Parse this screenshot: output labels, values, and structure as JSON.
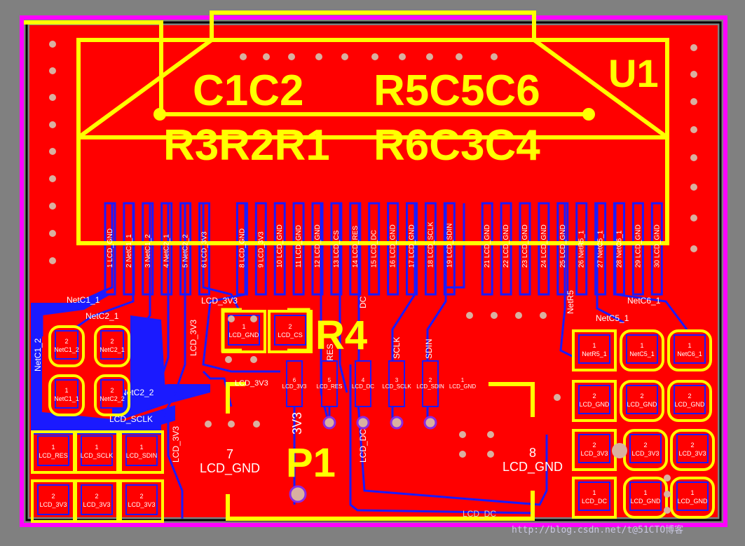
{
  "colors": {
    "background": "#808080",
    "copper_top": "#ff0000",
    "copper_bottom": "#1a1aff",
    "silkscreen": "#ffff00",
    "board_outline": "#ff00ff",
    "pad_label": "#ffffff"
  },
  "silk_labels": {
    "u1": "U1",
    "c1c2": "C1C2",
    "r5c5c6": "R5C5C6",
    "r3r2r1": "R3R2R1",
    "r6c3c4": "R6C3C4",
    "r4": "R4",
    "p1": "P1"
  },
  "fpc_pins": [
    "1 LCD_GND",
    "2 NetC1_1",
    "3 NetC1_2",
    "4 NetC2_1",
    "5 NetC2_2",
    "6 LCD_3V3",
    "8 LCD_GND",
    "9 LCD_3V3",
    "10 LCD_GND",
    "11 LCD_GND",
    "12 LCD_GND",
    "13 LCD_CS",
    "14 LCD_RES",
    "15 LCD_DC",
    "16 LCD_GND",
    "17 LCD_GND",
    "18 LCD_SCLK",
    "19 LCD_SDIN",
    "21 LCD_GND",
    "22 LCD_GND",
    "23 LCD_GND",
    "24 LCD_GND",
    "25 LCD_GND",
    "26 NetR5_1",
    "27 NetC5_1",
    "28 NetC6_1",
    "29 LCD_GND",
    "30 LCD_GND"
  ],
  "trace_labels": {
    "netc1_1": "NetC1_1",
    "netc2_1": "NetC2_1",
    "netc1_2": "NetC1_2",
    "netc2_2": "NetC2_2",
    "lcd_3v3_a": "LCD_3V3",
    "lcd_3v3_b": "LCD_3V3",
    "lcd_3v3_c": "LCD_3V3",
    "lcd_3v3_d": "LCD_3V3",
    "lcd_sclk_a": "LCD_SCLK",
    "lcd_sclk_b": "SCLK",
    "sdin": "SDIN",
    "lcd_dc": "LCD_DC",
    "lcd_dc_b": "LCD_DC",
    "netc6_1": "NetC6_1",
    "netc5_1": "NetC5_1",
    "netr5": "NetR5",
    "res": "RES",
    "dc": "DC",
    "lcd_3v3_v": "3V3"
  },
  "smd_pads": [
    {
      "num": "2",
      "net": "NetC1_2"
    },
    {
      "num": "1",
      "net": "NetC1_1"
    },
    {
      "num": "2",
      "net": "NetC2_1"
    },
    {
      "num": "2",
      "net": "NetC2_2"
    },
    {
      "num": "1",
      "net": "LCD_GND"
    },
    {
      "num": "2",
      "net": "LCD_CS"
    },
    {
      "num": "1",
      "net": "LCD_RES"
    },
    {
      "num": "1",
      "net": "LCD_SCLK"
    },
    {
      "num": "1",
      "net": "LCD_SDIN"
    },
    {
      "num": "2",
      "net": "LCD_3V3"
    },
    {
      "num": "2",
      "net": "LCD_3V3"
    },
    {
      "num": "2",
      "net": "LCD_3V3"
    },
    {
      "num": "1",
      "net": "NetR5_1"
    },
    {
      "num": "1",
      "net": "NetC5_1"
    },
    {
      "num": "1",
      "net": "NetC6_1"
    },
    {
      "num": "2",
      "net": "LCD_GND"
    },
    {
      "num": "2",
      "net": "LCD_GND"
    },
    {
      "num": "2",
      "net": "LCD_GND"
    },
    {
      "num": "2",
      "net": "LCD_3V3"
    },
    {
      "num": "2",
      "net": "LCD_3V3"
    },
    {
      "num": "2",
      "net": "LCD_3V3"
    },
    {
      "num": "1",
      "net": "LCD_DC"
    },
    {
      "num": "1",
      "net": "LCD_GND"
    },
    {
      "num": "1",
      "net": "LCD_GND"
    }
  ],
  "p1_pads": [
    {
      "num": "6",
      "net": "LCD_3V3"
    },
    {
      "num": "5",
      "net": "LCD_RES"
    },
    {
      "num": "4",
      "net": "LCD_DC"
    },
    {
      "num": "3",
      "net": "LCD_SCLK"
    },
    {
      "num": "2",
      "net": "LCD_SDIN"
    },
    {
      "num": "1",
      "net": "LCD_GND"
    }
  ],
  "big_pads": [
    {
      "num": "7",
      "net": "LCD_GND"
    },
    {
      "num": "8",
      "net": "LCD_GND"
    }
  ],
  "watermark": "http://blog.csdn.net/t@51CTO博客"
}
